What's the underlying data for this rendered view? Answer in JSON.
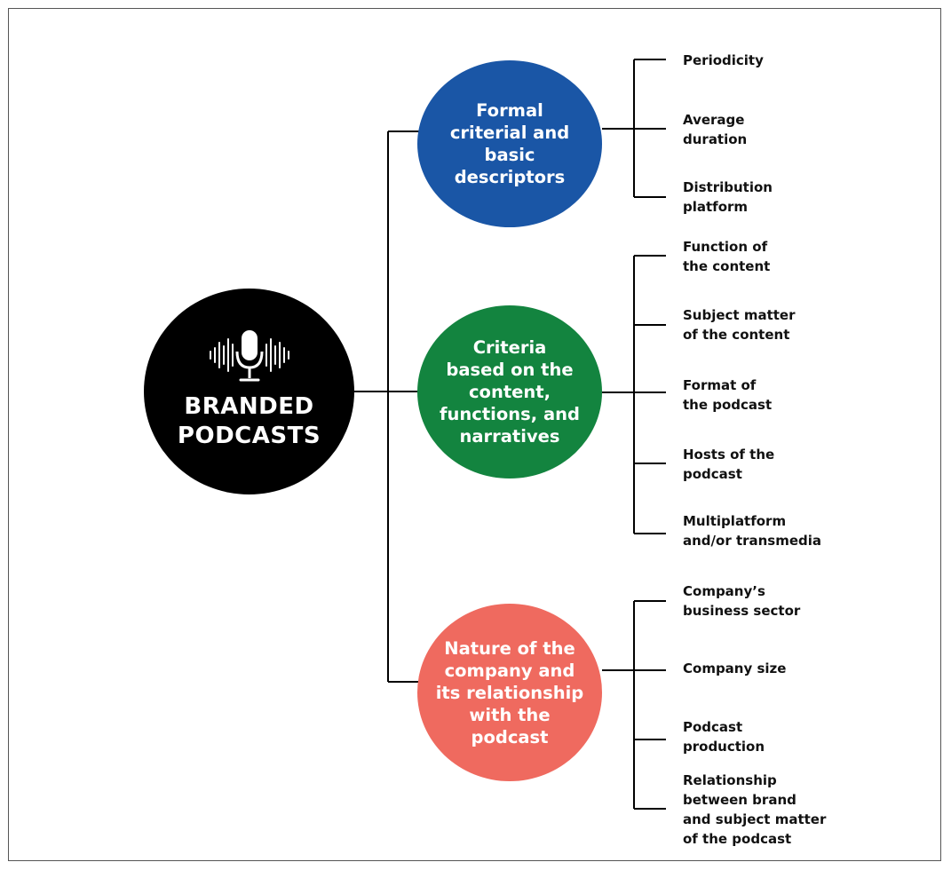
{
  "root": {
    "title": "BRANDED\nPODCASTS",
    "icon": "podcast-microphone-icon"
  },
  "branches": [
    {
      "label": "Formal\ncriterial and\nbasic\ndescriptors",
      "color": "#1a56a6",
      "leaves": [
        "Periodicity",
        "Average\nduration",
        "Distribution\nplatform"
      ]
    },
    {
      "label": "Criteria\nbased on the\ncontent,\nfunctions, and\nnarratives",
      "color": "#13843f",
      "leaves": [
        "Function of\nthe content",
        "Subject matter\nof the content",
        "Format of\nthe podcast",
        "Hosts of the\npodcast",
        "Multiplatform\nand/or transmedia"
      ]
    },
    {
      "label": "Nature of the\ncompany and\nits relationship\nwith the\npodcast",
      "color": "#ef6a5f",
      "leaves": [
        "Company’s\nbusiness sector",
        "Company size",
        "Podcast\nproduction",
        "Relationship\nbetween brand\nand subject matter\nof the podcast"
      ]
    }
  ]
}
